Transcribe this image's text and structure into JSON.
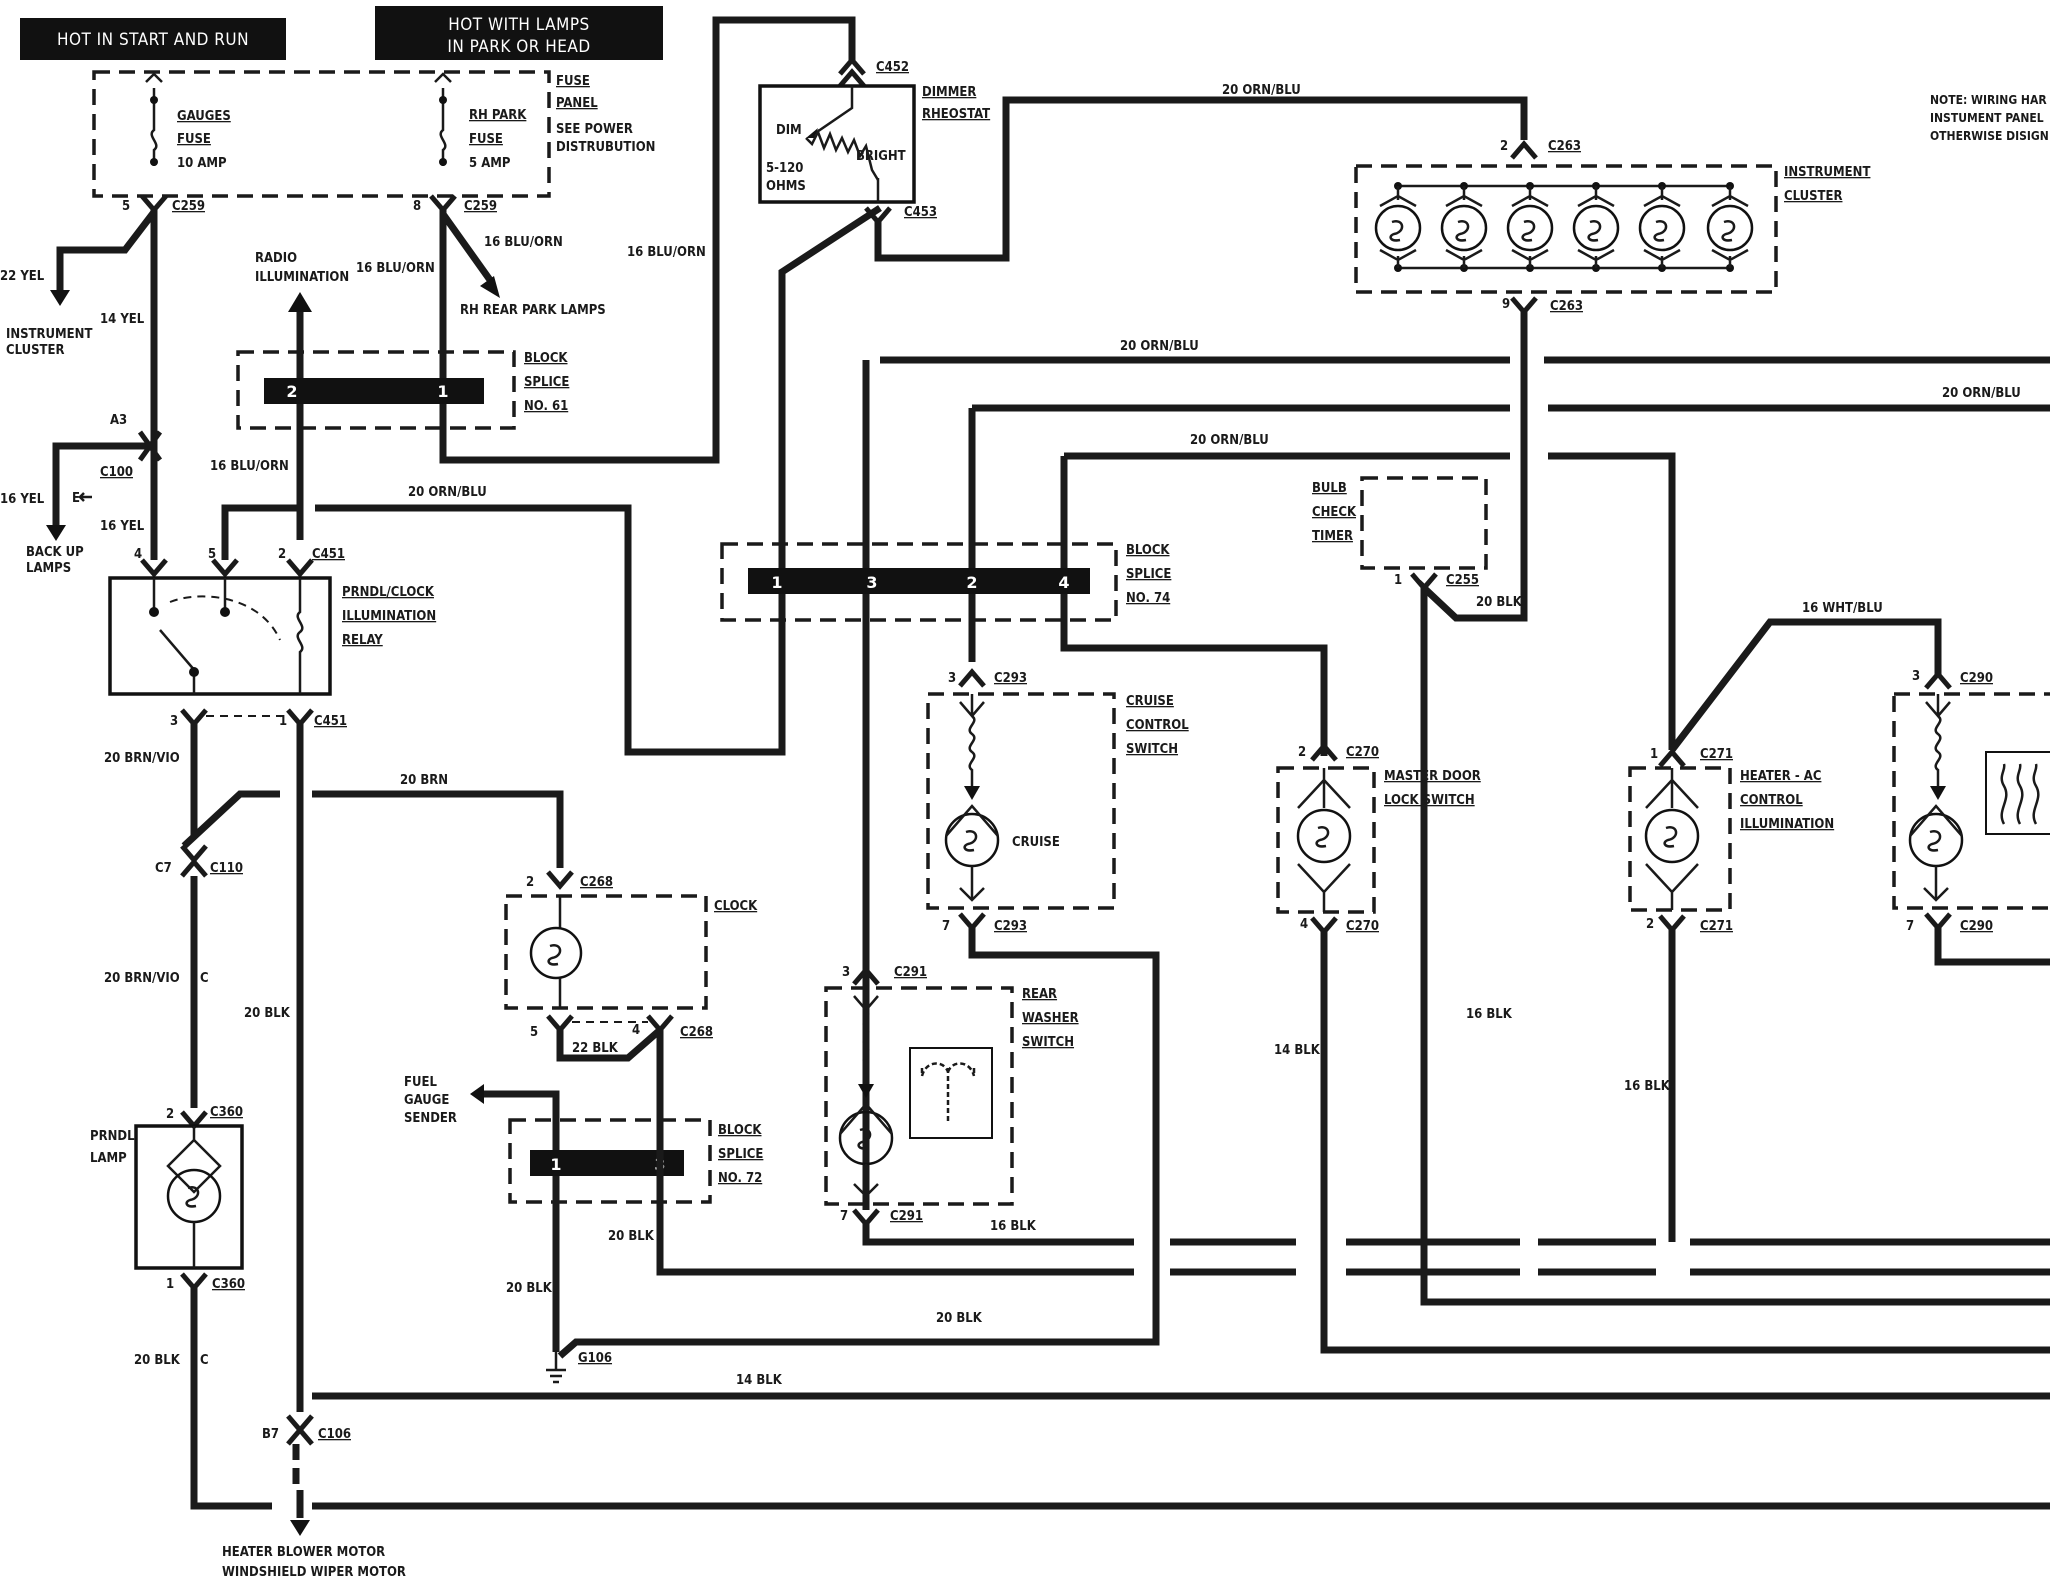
{
  "banners": {
    "hot_start_run": "HOT IN START AND RUN",
    "hot_lamps_line1": "HOT WITH LAMPS",
    "hot_lamps_line2": "IN PARK OR HEAD"
  },
  "fuse_panel": {
    "title": [
      "FUSE",
      "PANEL"
    ],
    "see_power": [
      "SEE POWER",
      "DISTRUBUTION"
    ],
    "gauges_fuse": [
      "GAUGES",
      "FUSE",
      "10 AMP"
    ],
    "rh_park_fuse": [
      "RH PARK",
      "FUSE",
      "5 AMP"
    ]
  },
  "note": [
    "NOTE: WIRING HAR",
    "INSTUMENT PANEL",
    "OTHERWISE DISIGN"
  ],
  "components": {
    "dimmer_rheostat": [
      "DIMMER",
      "RHEOSTAT"
    ],
    "dimmer_dim": "DIM",
    "dimmer_bright": "BRIGHT",
    "dimmer_ohms": [
      "5-120",
      "OHMS"
    ],
    "instrument_cluster_box": [
      "INSTRUMENT",
      "CLUSTER"
    ],
    "instrument_cluster_left": [
      "INSTRUMENT",
      "CLUSTER"
    ],
    "radio_illumination": [
      "RADIO",
      "ILLUMINATION"
    ],
    "rh_rear_park_lamps": "RH REAR PARK LAMPS",
    "back_up_lamps": [
      "BACK UP",
      "LAMPS"
    ],
    "block_splice_61": [
      "BLOCK",
      "SPLICE",
      "NO. 61"
    ],
    "block_splice_74": [
      "BLOCK",
      "SPLICE",
      "NO. 74"
    ],
    "block_splice_72": [
      "BLOCK",
      "SPLICE",
      "NO. 72"
    ],
    "prndl_relay": [
      "PRNDL/CLOCK",
      "ILLUMINATION",
      "RELAY"
    ],
    "bulb_check_timer": [
      "BULB",
      "CHECK",
      "TIMER"
    ],
    "cruise_control_switch": [
      "CRUISE",
      "CONTROL",
      "SWITCH"
    ],
    "cruise_text": "CRUISE",
    "master_door_lock": [
      "MASTER DOOR",
      "LOCK SWITCH"
    ],
    "heater_ac": [
      "HEATER - AC",
      "CONTROL",
      "ILLUMINATION"
    ],
    "clock": "CLOCK",
    "rear_washer_switch": [
      "REAR",
      "WASHER",
      "SWITCH"
    ],
    "fuel_gauge_sender": [
      "FUEL",
      "GAUGE",
      "SENDER"
    ],
    "prndl_lamp": [
      "PRNDL",
      "LAMP"
    ],
    "bottom_loads": [
      "HEATER BLOWER MOTOR",
      "WINDSHIELD WIPER MOTOR"
    ]
  },
  "splice_pins": {
    "s61": [
      "2",
      "1"
    ],
    "s74": [
      "1",
      "3",
      "2",
      "4"
    ],
    "s72": [
      "1",
      "3"
    ]
  },
  "connectors": {
    "c259_left": "C259",
    "c259_right": "C259",
    "c452": "C452",
    "c453": "C453",
    "c263_top": "C263",
    "c263_bot": "C263",
    "c100": "C100",
    "a3": "A3",
    "c451_top": "C451",
    "c451_bot": "C451",
    "c110": "C110",
    "c7": "C7",
    "c268_top": "C268",
    "c268_bot": "C268",
    "c360_top": "C360",
    "c360_bot": "C360",
    "c106": "C106",
    "b7": "B7",
    "g106": "G106",
    "c291_top": "C291",
    "c291_bot": "C291",
    "c293_top": "C293",
    "c293_bot": "C293",
    "c255": "C255",
    "c270_top": "C270",
    "c270_bot": "C270",
    "c271_top": "C271",
    "c271_bot": "C271",
    "c290_top": "C290",
    "c290_bot": "C290"
  },
  "pin_numbers": {
    "p5_c259": "5",
    "p8_c259": "8",
    "p2_c263": "2",
    "p9_c263": "9",
    "p4_c451": "4",
    "p5_c451": "5",
    "p2_c451": "2",
    "p3_c451": "3",
    "p1_c451": "1",
    "p2_c268": "2",
    "p5_c268": "5",
    "p4_c268": "4",
    "p2_c360": "2",
    "p1_c360": "1",
    "p3_c291": "3",
    "p7_c291": "7",
    "p3_c293": "3",
    "p7_c293": "7",
    "p1_c255": "1",
    "p2_c270": "2",
    "p4_c270": "4",
    "p1_c271": "1",
    "p2_c271": "2",
    "p3_c290": "3",
    "p7_c290": "7"
  },
  "wires": {
    "w20_orn_blu_top": "20 ORN/BLU",
    "w20_orn_blu_2": "20 ORN/BLU",
    "w20_orn_blu_3": "20 ORN/BLU",
    "w20_orn_blu_4": "20 ORN/BLU",
    "w20_orn_blu_5": "20 ORN/BLU",
    "w16_blu_orn_a": "16 BLU/ORN",
    "w16_blu_orn_b": "16 BLU/ORN",
    "w16_blu_orn_c": "16 BLU/ORN",
    "w16_blu_orn_d": "16 BLU/ORN",
    "w22_yel": "22 YEL",
    "w14_yel": "14 YEL",
    "w16_yel_a": "16 YEL",
    "w16_yel_b": "16 YEL",
    "w20_brn_vio_a": "20 BRN/VIO",
    "w20_brn_vio_b": "20 BRN/VIO",
    "w20_brn": "20 BRN",
    "w20_blk_a": "20 BLK",
    "w20_blk_b": "20 BLK",
    "w20_blk_c": "20 BLK",
    "w20_blk_d": "20 BLK",
    "w20_blk_e": "20 BLK",
    "w20_blk_f": "20 BLK",
    "w22_blk": "22 BLK",
    "w16_blk_a": "16 BLK",
    "w16_blk_b": "16 BLK",
    "w16_blk_c": "16 BLK",
    "w14_blk_a": "14 BLK",
    "w14_blk_b": "14 BLK",
    "w16_wht_blu": "16 WHT/BLU"
  },
  "markers": {
    "e": "E",
    "c_a": "C",
    "c_b": "C"
  }
}
